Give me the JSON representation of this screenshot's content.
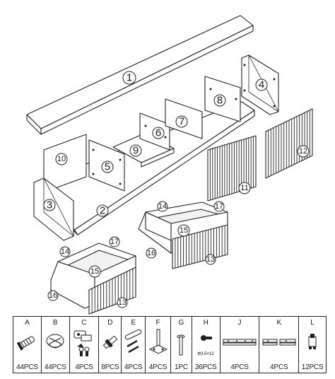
{
  "diagram": {
    "part_numbers": [
      "1",
      "2",
      "3",
      "4",
      "5",
      "6",
      "7",
      "8",
      "9",
      "10",
      "11",
      "12",
      "13",
      "14",
      "15",
      "16",
      "17"
    ]
  },
  "hardware": [
    {
      "letter": "A",
      "quantity": "44PCS",
      "icon": "cam-bolt-icon"
    },
    {
      "letter": "B",
      "quantity": "44PCS",
      "icon": "cam-lock-icon"
    },
    {
      "letter": "C",
      "quantity": "4PCS",
      "icon": "hinge-icon"
    },
    {
      "letter": "D",
      "quantity": "8PCS",
      "icon": "bracket-screw-icon"
    },
    {
      "letter": "E",
      "quantity": "4PCS",
      "icon": "dowel-icon"
    },
    {
      "letter": "F",
      "quantity": "4PCS",
      "icon": "leg-icon"
    },
    {
      "letter": "G",
      "quantity": "1PC",
      "icon": "pin-icon"
    },
    {
      "letter": "H",
      "quantity": "36PCS",
      "icon": "screw-icon",
      "size_label": "Φ3.5×12"
    },
    {
      "letter": "J",
      "quantity": "4PCS",
      "icon": "drawer-slide-icon"
    },
    {
      "letter": "K",
      "quantity": "4PCS",
      "icon": "drawer-slide-icon"
    },
    {
      "letter": "L",
      "quantity": "12PCS",
      "icon": "clip-icon"
    }
  ]
}
